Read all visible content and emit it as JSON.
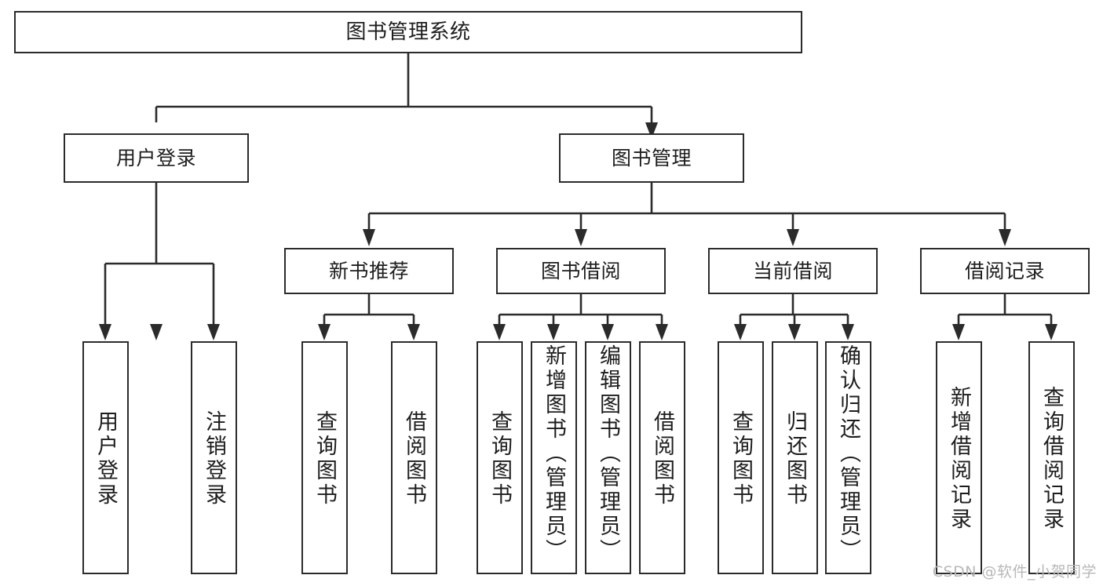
{
  "diagram": {
    "title": "图书管理系统",
    "type": "tree",
    "stroke_color": "#2b2b2b",
    "fill_color": "#ffffff",
    "text_color": "#1d1d1d",
    "levels": {
      "root": {
        "label": "图书管理系统"
      },
      "level2": [
        {
          "label": "用户登录"
        },
        {
          "label": "图书管理"
        }
      ],
      "level3": [
        {
          "label": "新书推荐"
        },
        {
          "label": "图书借阅"
        },
        {
          "label": "当前借阅"
        },
        {
          "label": "借阅记录"
        }
      ],
      "leaves": {
        "user_login": [
          {
            "label": "用户登录"
          },
          {
            "label": "注销登录"
          }
        ],
        "new_book_recommend": [
          {
            "label": "查询图书"
          },
          {
            "label": "借阅图书"
          }
        ],
        "book_borrow": [
          {
            "label": "查询图书"
          },
          {
            "label": "新增图书（管理员）"
          },
          {
            "label": "编辑图书（管理员）"
          },
          {
            "label": "借阅图书"
          }
        ],
        "current_borrow": [
          {
            "label": "查询图书"
          },
          {
            "label": "归还图书"
          },
          {
            "label": "确认归还（管理员）"
          }
        ],
        "borrow_record": [
          {
            "label": "新增借阅记录"
          },
          {
            "label": "查询借阅记录"
          }
        ]
      }
    }
  },
  "watermark": {
    "text": "CSDN @软件_小贺同学",
    "color": "#b8b8b8"
  }
}
